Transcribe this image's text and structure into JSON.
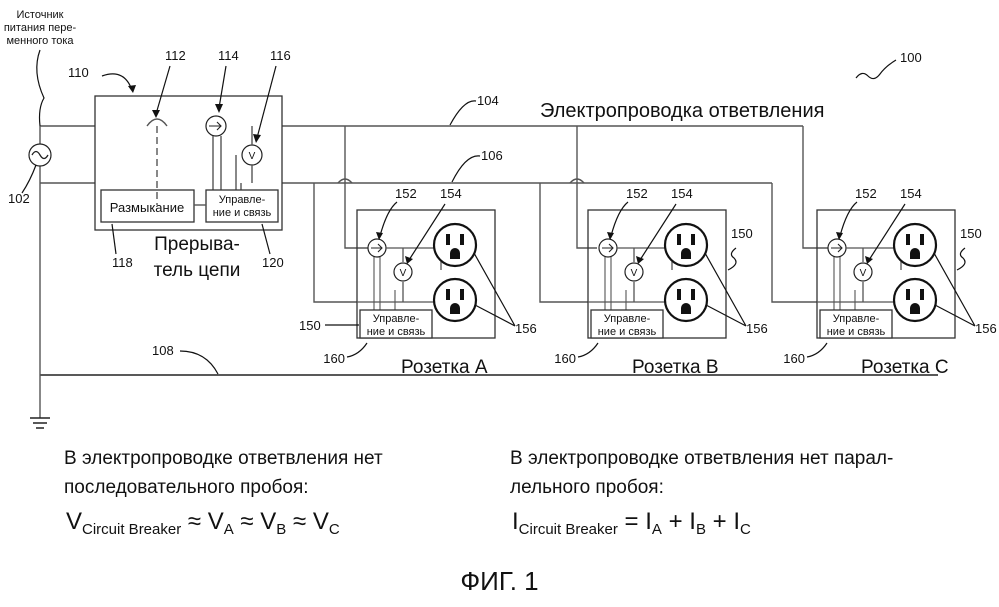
{
  "diagram": {
    "ref_100": "100",
    "source_label_lines": [
      "Источник",
      "питания пере-",
      "менного тока"
    ],
    "ref_102": "102",
    "ref_110": "110",
    "ref_112": "112",
    "ref_114": "114",
    "ref_116": "116",
    "ref_104": "104",
    "ref_106": "106",
    "ref_108": "108",
    "ref_118": "118",
    "ref_120": "120",
    "branch_wiring_label": "Электропроводка ответвления",
    "trip_label": "Размыкание",
    "control_comm_lines": [
      "Управле-",
      "ние и связь"
    ],
    "control_comm_outlet_lines": [
      "Управле-",
      "ние и связь"
    ],
    "breaker_label_lines": [
      "Прерыва-",
      "тель цепи"
    ],
    "ref_150": "150",
    "ref_152": "152",
    "ref_154": "154",
    "ref_156": "156",
    "ref_160": "160",
    "voltmeter_symbol": "V",
    "outlets": [
      {
        "name": "Розетка A"
      },
      {
        "name": "Розетка B"
      },
      {
        "name": "Розетка C"
      }
    ]
  },
  "equations": {
    "left": {
      "line1": "В электропроводке ответвления нет",
      "line2": "последовательного пробоя:",
      "main_var": "V",
      "main_sub": "Circuit Breaker",
      "rel1": " ≈ ",
      "a_var": "V",
      "a_sub": "A",
      "rel2": " ≈ ",
      "b_var": "V",
      "b_sub": "B",
      "rel3": " ≈ ",
      "c_var": "V",
      "c_sub": "C"
    },
    "right": {
      "line1": "В электропроводке ответвления нет парал-",
      "line2": "лельного пробоя:",
      "main_var": "I",
      "main_sub": "Circuit Breaker",
      "rel1": " = ",
      "a_var": "I",
      "a_sub": "A",
      "rel2": " + ",
      "b_var": "I",
      "b_sub": "B",
      "rel3": " + ",
      "c_var": "I",
      "c_sub": "C"
    }
  },
  "caption": "ФИГ. 1"
}
